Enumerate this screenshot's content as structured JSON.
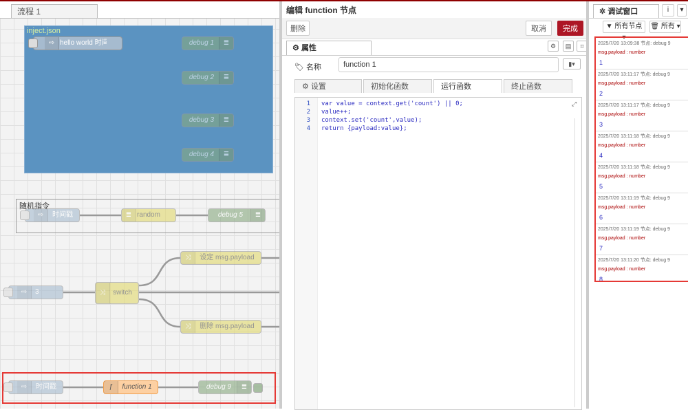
{
  "canvas": {
    "tab_label": "流程 1",
    "groups": {
      "inject_group": "inject.json",
      "random_group": "随机指令"
    },
    "nodes": {
      "hello_inject": "hello world 时间戳",
      "debug1": "debug 1",
      "debug2": "debug 2",
      "debug3": "debug 3",
      "debug4": "debug 4",
      "ts_inject": "时间戳",
      "random": "random",
      "debug5": "debug 5",
      "inject3": "3",
      "switch": "switch",
      "change_set": "设定 msg.payload",
      "change_delete": "删除 msg.payload",
      "ts_inject2": "时间戳",
      "function1": "function 1",
      "debug9": "debug 9"
    }
  },
  "editor": {
    "title": "编辑 function 节点",
    "delete_label": "删除",
    "cancel_label": "取消",
    "done_label": "完成",
    "properties_tab": "属性",
    "name_label": "名称",
    "name_value": "function 1",
    "func_tabs": [
      "设置",
      "初始化函数",
      "运行函数",
      "终止函数"
    ],
    "code_lines": [
      {
        "num": "1",
        "text": "var value = context.get('count') || 0;"
      },
      {
        "num": "2",
        "text": "value++;"
      },
      {
        "num": "3",
        "text": "context.set('count',value);"
      },
      {
        "num": "4",
        "text": "return {payload:value};"
      }
    ]
  },
  "debug": {
    "tab_label": "调试窗口",
    "info_label": "i",
    "filter_nodes": "所有节点",
    "filter_all": "所有",
    "messages": [
      {
        "meta": "2025/7/20 13:09:38   节点: debug 9",
        "topic": "msg.payload : number",
        "value": "1"
      },
      {
        "meta": "2025/7/20 13:11:17   节点: debug 9",
        "topic": "msg.payload : number",
        "value": "2"
      },
      {
        "meta": "2025/7/20 13:11:17   节点: debug 9",
        "topic": "msg.payload : number",
        "value": "3"
      },
      {
        "meta": "2025/7/20 13:11:18   节点: debug 9",
        "topic": "msg.payload : number",
        "value": "4"
      },
      {
        "meta": "2025/7/20 13:11:18   节点: debug 9",
        "topic": "msg.payload : number",
        "value": "5"
      },
      {
        "meta": "2025/7/20 13:11:19   节点: debug 9",
        "topic": "msg.payload : number",
        "value": "6"
      },
      {
        "meta": "2025/7/20 13:11:19   节点: debug 9",
        "topic": "msg.payload : number",
        "value": "7"
      },
      {
        "meta": "2025/7/20 13:11:20   节点: debug 9",
        "topic": "msg.payload : number",
        "value": "8"
      }
    ]
  },
  "colors": {
    "accent": "#ad1625",
    "highlight": "#e53935",
    "group_blue": "#5b93c1"
  }
}
